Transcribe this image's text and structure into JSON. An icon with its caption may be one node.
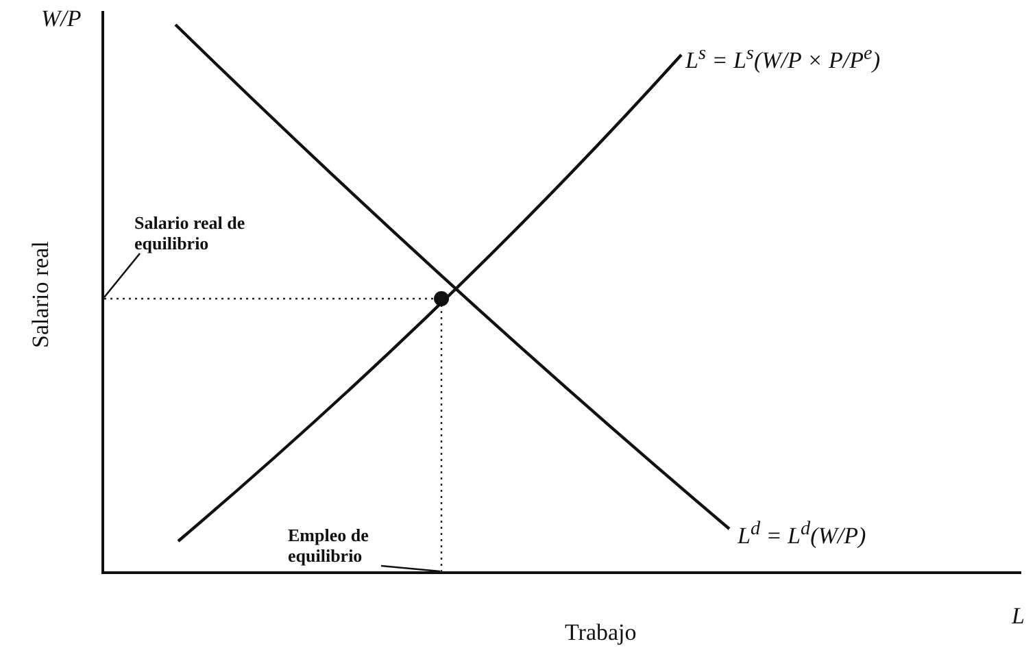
{
  "diagram": {
    "nodes": [
      {
        "text": [
          "Salario real de equilibrio"
        ]
      },
      {
        "text": [
          "Empleo de equilibrio"
        ]
      }
    ],
    "edges": [
      {
        "from": 0,
        "to": null,
        "arrow": "none"
      },
      {
        "from": 1,
        "to": null,
        "arrow": "none"
      }
    ],
    "labels": [
      "W/P",
      "L$^{s}$ = L$^{s}$(W/P × P/P$^{e}$)",
      "Salario real",
      "L$^{d}$ = L$^{d}$(W/P)",
      "L",
      "Trabajo"
    ]
  }
}
